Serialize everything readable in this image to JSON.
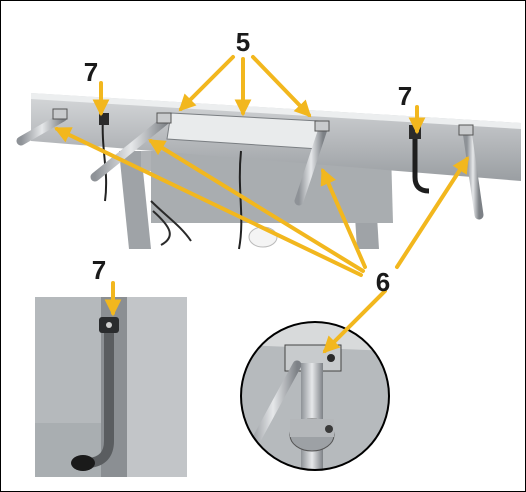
{
  "figure": {
    "callouts": {
      "num_5": "5",
      "num_7_left": "7",
      "num_7_right": "7",
      "num_7_inset": "7",
      "num_6": "6"
    },
    "colors": {
      "arrow": "#f2b71e",
      "steel": "#b9bcbf",
      "steel_dark": "#6e7276",
      "outline": "#000000"
    },
    "icons": [
      "leader-arrow",
      "detail-circle-inset",
      "crank-handle"
    ]
  }
}
